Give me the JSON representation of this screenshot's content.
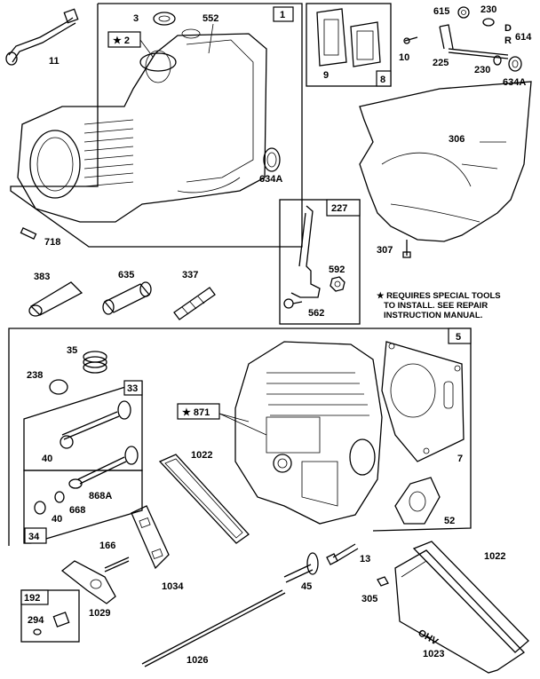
{
  "group_labels": {
    "g1": "1",
    "g5": "5",
    "g8": "8",
    "g33": "33",
    "g34": "34",
    "g192": "192",
    "g227": "227",
    "star2": "★ 2",
    "star871": "★ 871"
  },
  "part_labels": {
    "p3": "3",
    "p552": "552",
    "p11": "11",
    "p634a_top": "634A",
    "p718": "718",
    "p9": "9",
    "p10": "10",
    "p615": "615",
    "p230a": "230",
    "p230b": "230",
    "p614": "614",
    "p225": "225",
    "p634a_right": "634A",
    "p306": "306",
    "p307": "307",
    "p592": "592",
    "p562": "562",
    "p383": "383",
    "p635": "635",
    "p337": "337",
    "p35": "35",
    "p238": "238",
    "p40a": "40",
    "p40b": "40",
    "p668": "668",
    "p868a": "868A",
    "p1022a": "1022",
    "p1022b": "1022",
    "p7": "7",
    "p52": "52",
    "p166": "166",
    "p1034": "1034",
    "p1029": "1029",
    "p45": "45",
    "p13": "13",
    "p305": "305",
    "p294": "294",
    "p1026": "1026",
    "p1023": "1023",
    "valve_cover_text": "OHV"
  },
  "note": {
    "line1": "★ REQUIRES SPECIAL TOOLS",
    "line2": "TO INSTALL.  SEE REPAIR",
    "line3": "INSTRUCTION MANUAL."
  },
  "letters": {
    "d": "D",
    "r": "R"
  }
}
